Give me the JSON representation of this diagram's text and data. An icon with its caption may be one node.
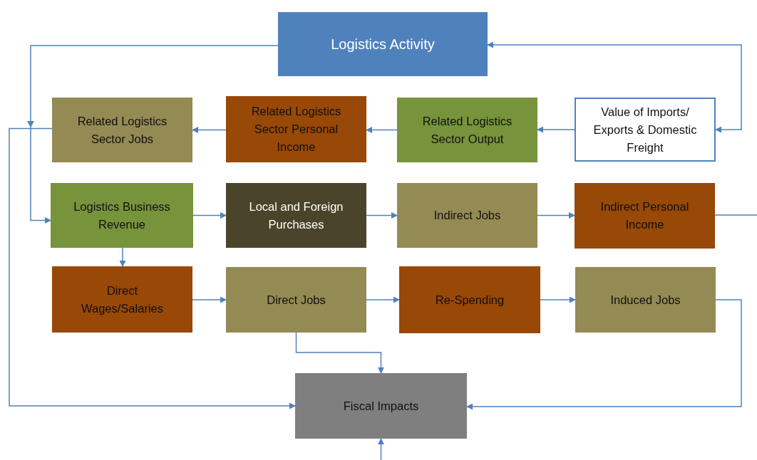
{
  "diagram": {
    "nodes": [
      {
        "text": [
          "Logistics Activity"
        ]
      },
      {
        "text": [
          "Related Logistics Sector Jobs"
        ]
      },
      {
        "text": [
          "Related Logistics Sector Personal Income"
        ]
      },
      {
        "text": [
          "Related Logistics Sector Output"
        ]
      },
      {
        "text": [
          "Value of Imports/ Exports & Domestic Freight"
        ]
      },
      {
        "text": [
          "Logistics Business Revenue"
        ]
      },
      {
        "text": [
          "Local and Foreign Purchases"
        ]
      },
      {
        "text": [
          "Indirect Jobs"
        ]
      },
      {
        "text": [
          "Indirect Personal Income"
        ]
      },
      {
        "text": [
          "Direct Wages/Salaries"
        ]
      },
      {
        "text": [
          "Direct Jobs"
        ]
      },
      {
        "text": [
          "Re-Spending"
        ]
      },
      {
        "text": [
          "Induced Jobs"
        ]
      },
      {
        "text": [
          "Fiscal Impacts"
        ]
      }
    ],
    "edges": [
      {
        "from": 0,
        "to": 5,
        "arrow": "to"
      },
      {
        "from": 1,
        "to": 13,
        "arrow": "to"
      },
      {
        "from": 2,
        "to": 1,
        "arrow": "to"
      },
      {
        "from": 3,
        "to": 2,
        "arrow": "to"
      },
      {
        "from": 4,
        "to": 3,
        "arrow": "to"
      },
      {
        "from": 0,
        "to": 4,
        "arrow": "both"
      },
      {
        "from": 5,
        "to": 6,
        "arrow": "to"
      },
      {
        "from": 6,
        "to": 7,
        "arrow": "to"
      },
      {
        "from": 7,
        "to": 8,
        "arrow": "to"
      },
      {
        "from": 8,
        "to": null,
        "arrow": "none"
      },
      {
        "from": 5,
        "to": 9,
        "arrow": "to"
      },
      {
        "from": 9,
        "to": 10,
        "arrow": "to"
      },
      {
        "from": 10,
        "to": 11,
        "arrow": "to"
      },
      {
        "from": 11,
        "to": 12,
        "arrow": "to"
      },
      {
        "from": 10,
        "to": 13,
        "arrow": "to"
      },
      {
        "from": 12,
        "to": 13,
        "arrow": "to"
      },
      {
        "from": null,
        "to": 13,
        "arrow": "to"
      }
    ]
  }
}
